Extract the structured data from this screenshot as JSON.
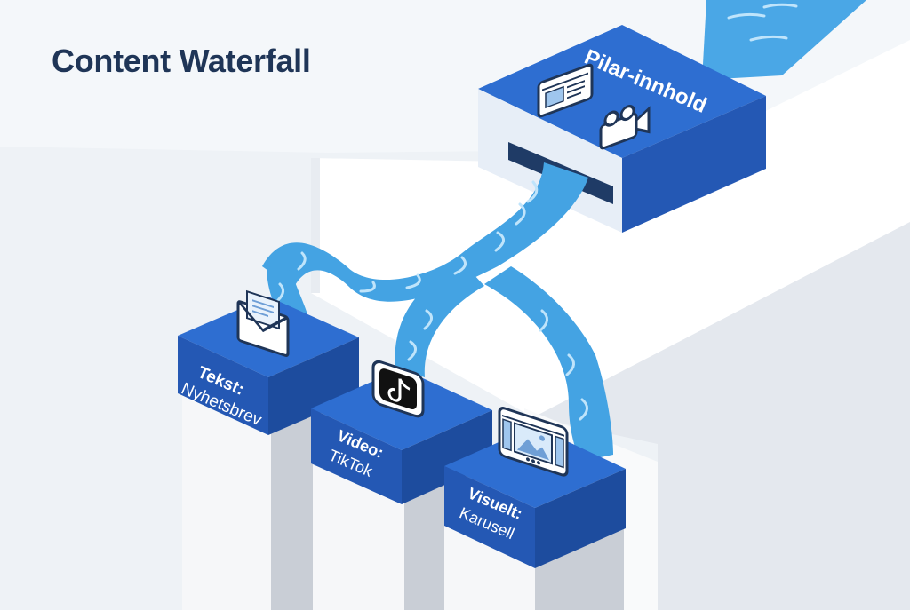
{
  "title": "Content Waterfall",
  "source": {
    "label": "Pilar-innhold",
    "icons": [
      "article-icon",
      "video-camera-icon"
    ]
  },
  "channels": [
    {
      "type": "Tekst:",
      "name": "Nyhetsbrev",
      "icon": "envelope-icon"
    },
    {
      "type": "Video:",
      "name": "TikTok",
      "icon": "tiktok-icon"
    },
    {
      "type": "Visuelt:",
      "name": "Karusell",
      "icon": "image-carousel-icon"
    }
  ],
  "colors": {
    "background": "#f4f7fa",
    "title": "#1f3557",
    "block_top": "#2e6ed1",
    "block_front": "#2458b4",
    "block_side": "#1d4c9e",
    "water": "#44a3e3",
    "water_highlight": "#bfe4fb"
  }
}
